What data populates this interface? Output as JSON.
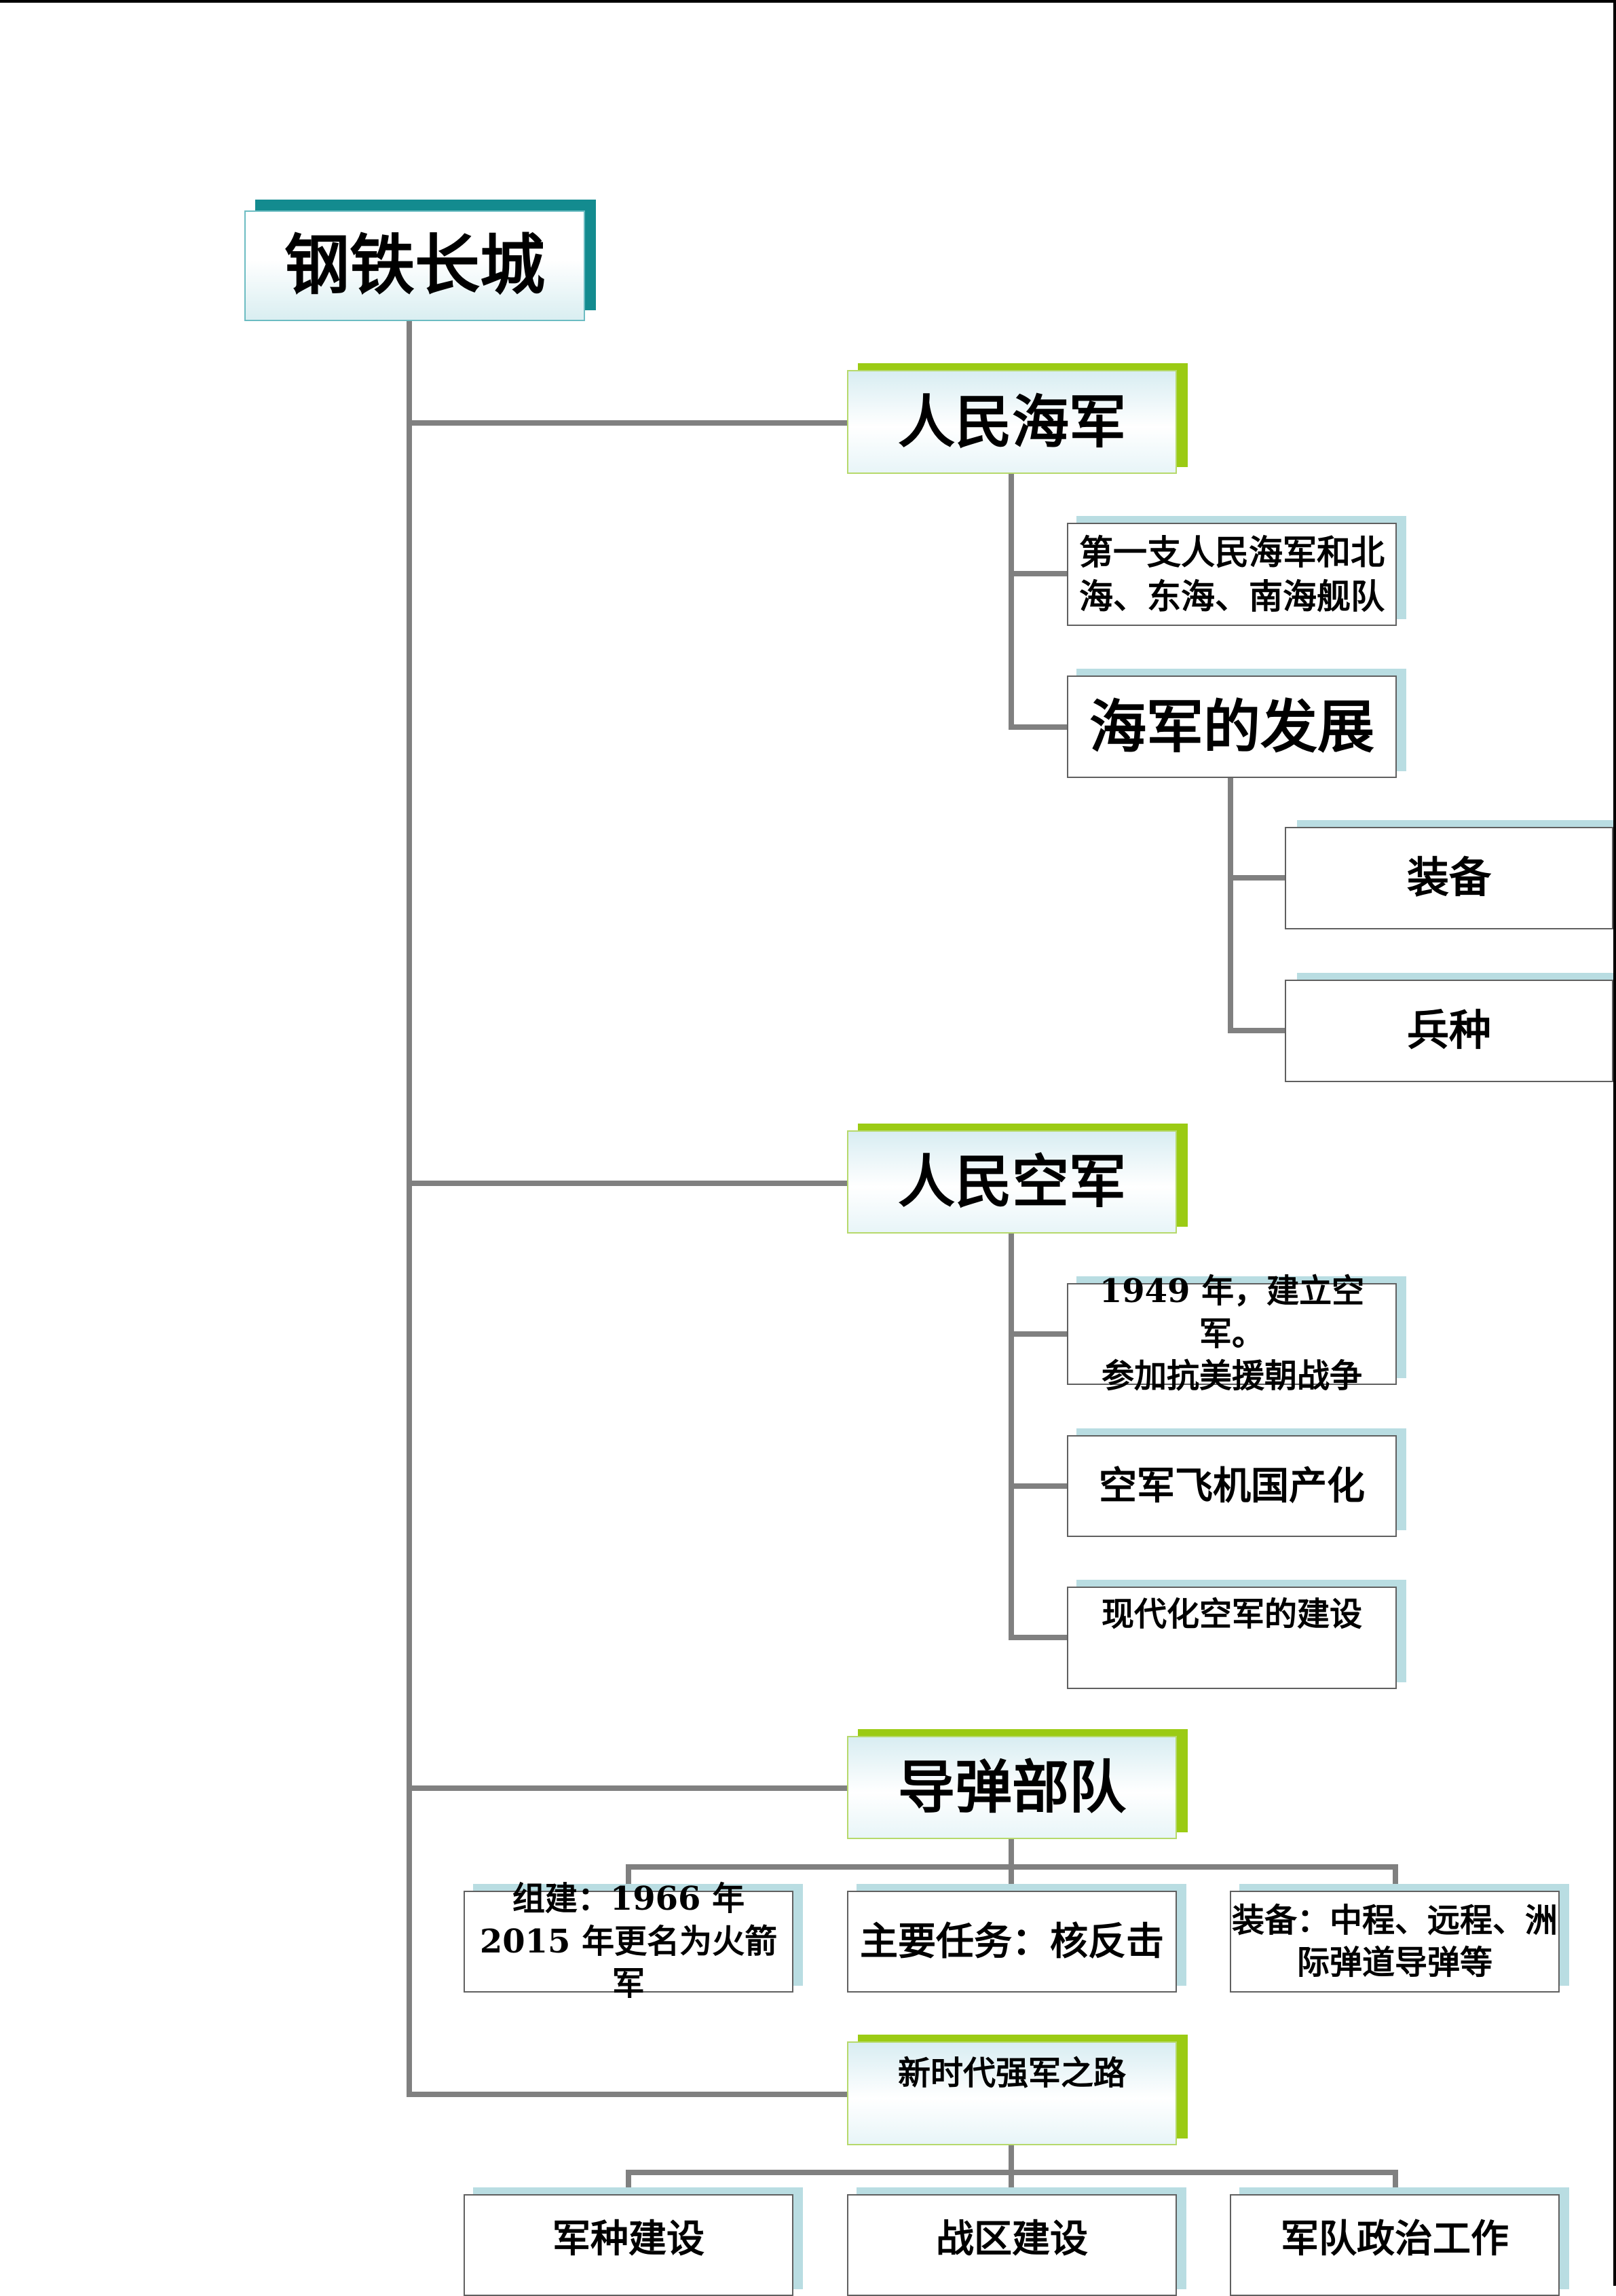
{
  "root": {
    "label": "钢铁长城"
  },
  "navy": {
    "label": "人民海军",
    "intro": "第一支人民海军和北\n海、东海、南海舰队",
    "development": {
      "label": "海军的发展",
      "equipment": "装备",
      "branches": "兵种"
    }
  },
  "airforce": {
    "label": "人民空军",
    "founding": "1949 年，建立空军。\n参加抗美援朝战争",
    "domestic": "空军飞机国产化",
    "modern": "现代化空军的建设"
  },
  "missile": {
    "label": "导弹部队",
    "founded": "组建：1966 年\n2015 年更名为火箭军",
    "mission": "主要任务：核反击",
    "equipment": "装备：中程、远程、洲\n际弹道导弹等"
  },
  "newera": {
    "label": "新时代强军之路",
    "service_building": "军种建设",
    "theater_building": "战区建设",
    "political_work": "军队政治工作"
  },
  "colors": {
    "connector": "#808080",
    "root_shadow": "#138b8f",
    "section_shadow": "#9bcb14",
    "leaf_shadow": "#b9dde2"
  }
}
